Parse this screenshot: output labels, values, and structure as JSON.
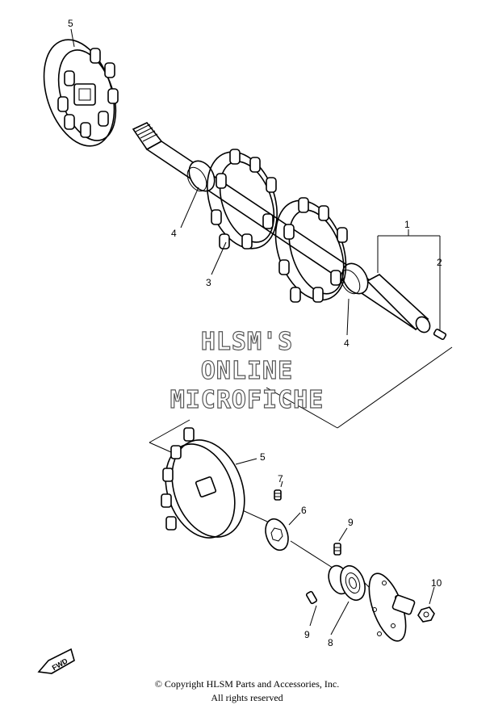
{
  "watermark": {
    "line1": "HLSM'S",
    "line2": "ONLINE",
    "line3": "MICROFICHE"
  },
  "callouts": {
    "c1": "1",
    "c2": "2",
    "c3": "3",
    "c4a": "4",
    "c4b": "4",
    "c5a": "5",
    "c5b": "5",
    "c6": "6",
    "c7": "7",
    "c8": "8",
    "c9a": "9",
    "c9b": "9",
    "c10": "10"
  },
  "fwd_label": "FWD",
  "copyright": {
    "line1": "© Copyright HLSM Parts and Accessories, Inc.",
    "line2": "All rights reserved"
  }
}
